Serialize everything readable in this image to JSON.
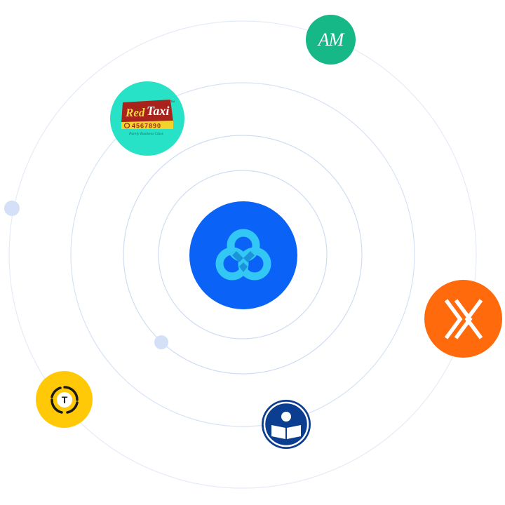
{
  "orbit_color": "#cfdcf3",
  "dot_color": "#d3e0f8",
  "center": {
    "name": "hub-knot-icon",
    "bg": "#0a63f6",
    "fg": "#32c7f4",
    "fg_dark": "#1b93d8"
  },
  "logos": {
    "am": {
      "text": "AM",
      "bg": "#17b887"
    },
    "redtaxi": {
      "brand_red": "Red",
      "brand_taxi": "Taxi",
      "phone": "4567890",
      "tagline": "Purely Business Class",
      "tm": "TM",
      "bg": "#28e2c7"
    },
    "orange_x": {
      "bg": "#ff6a0c"
    },
    "book": {
      "bg": "#0b3d91"
    },
    "yellow_t": {
      "letter": "T",
      "bg": "#ffc907"
    }
  }
}
